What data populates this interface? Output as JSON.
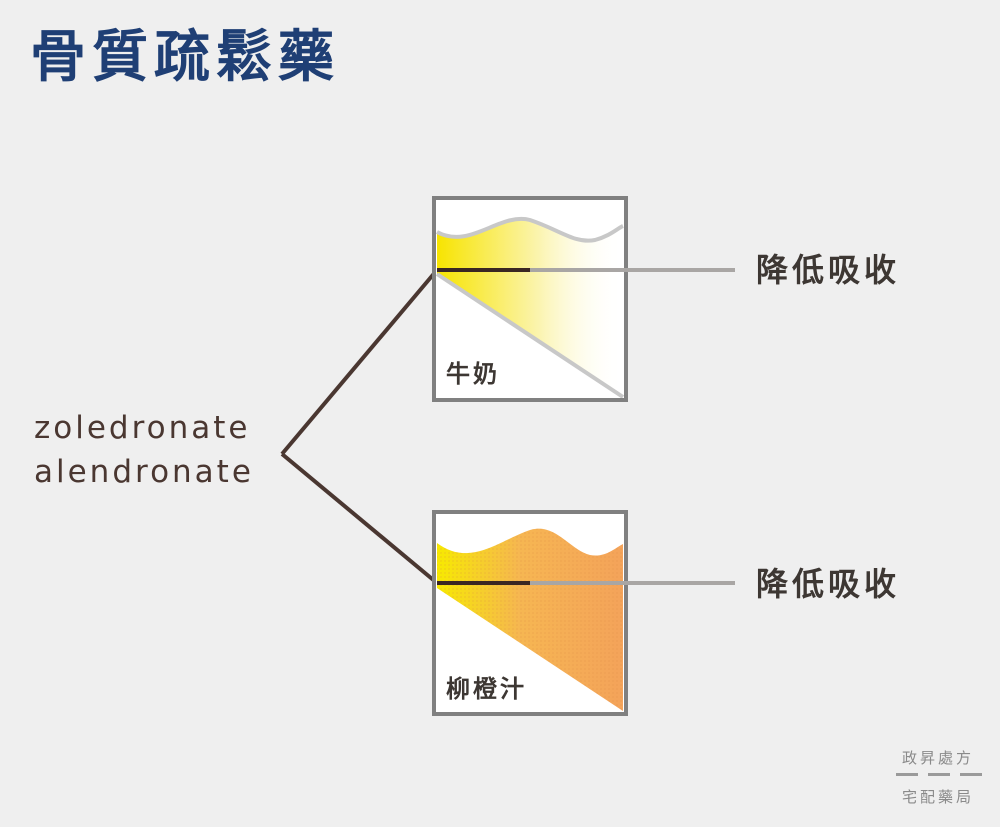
{
  "title": "骨質疏鬆藥",
  "drugs": [
    "zoledronate",
    "alendronate"
  ],
  "boxes": [
    {
      "beverage": "牛奶",
      "result": "降低吸收",
      "fill_color": "#f7e66a"
    },
    {
      "beverage": "柳橙汁",
      "result": "降低吸收",
      "fill_color": "#f4a95e"
    }
  ],
  "colors": {
    "title": "#1f3f75",
    "text": "#4a3731",
    "line": "#4a3731",
    "frame": "#808080",
    "background": "#efefef"
  },
  "brand": {
    "line1": "政昇處方",
    "line2": "宅配藥局"
  }
}
